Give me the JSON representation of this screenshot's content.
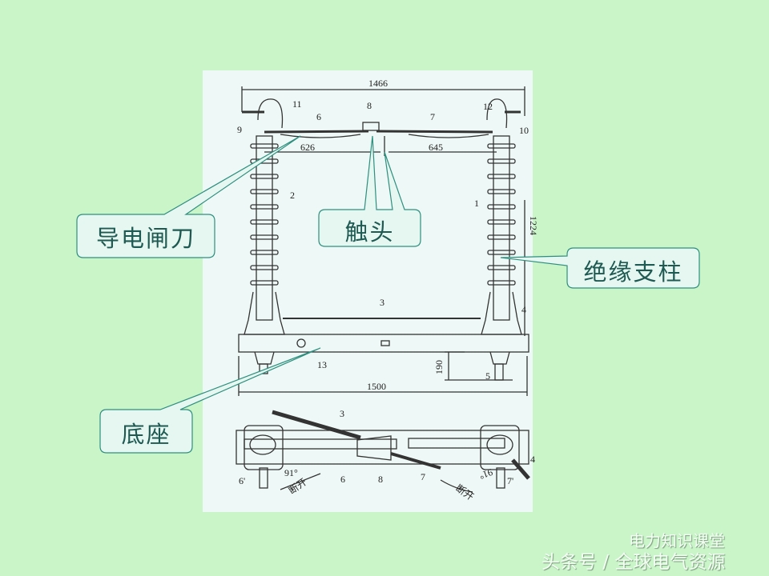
{
  "callouts": {
    "blade": "导电闸刀",
    "contact": "触头",
    "insulator": "绝缘支柱",
    "base": "底座"
  },
  "drawing_labels": {
    "dim_total": "1466",
    "dim_left": "626",
    "dim_right": "645",
    "dim_base": "1500",
    "dim_height_base": "190",
    "dim_height": "1224",
    "n1": "1",
    "n2": "2",
    "n3": "3",
    "n4": "4",
    "n5": "5",
    "n6": "6",
    "n7": "7",
    "n8": "8",
    "n9": "9",
    "n10": "10",
    "n11": "11",
    "n12": "12",
    "n13": "13",
    "n6p": "6'",
    "n7p": "7'",
    "angle": "91°",
    "open_label": "断开"
  },
  "watermark": {
    "line1": "电力知识课堂",
    "line2": "头条号 / 全球电气资源"
  },
  "colors": {
    "background": "#c9f5c9",
    "panel": "#eef8f6",
    "callout_fill": "#e6f7f2",
    "callout_border": "#2f8f7f"
  }
}
